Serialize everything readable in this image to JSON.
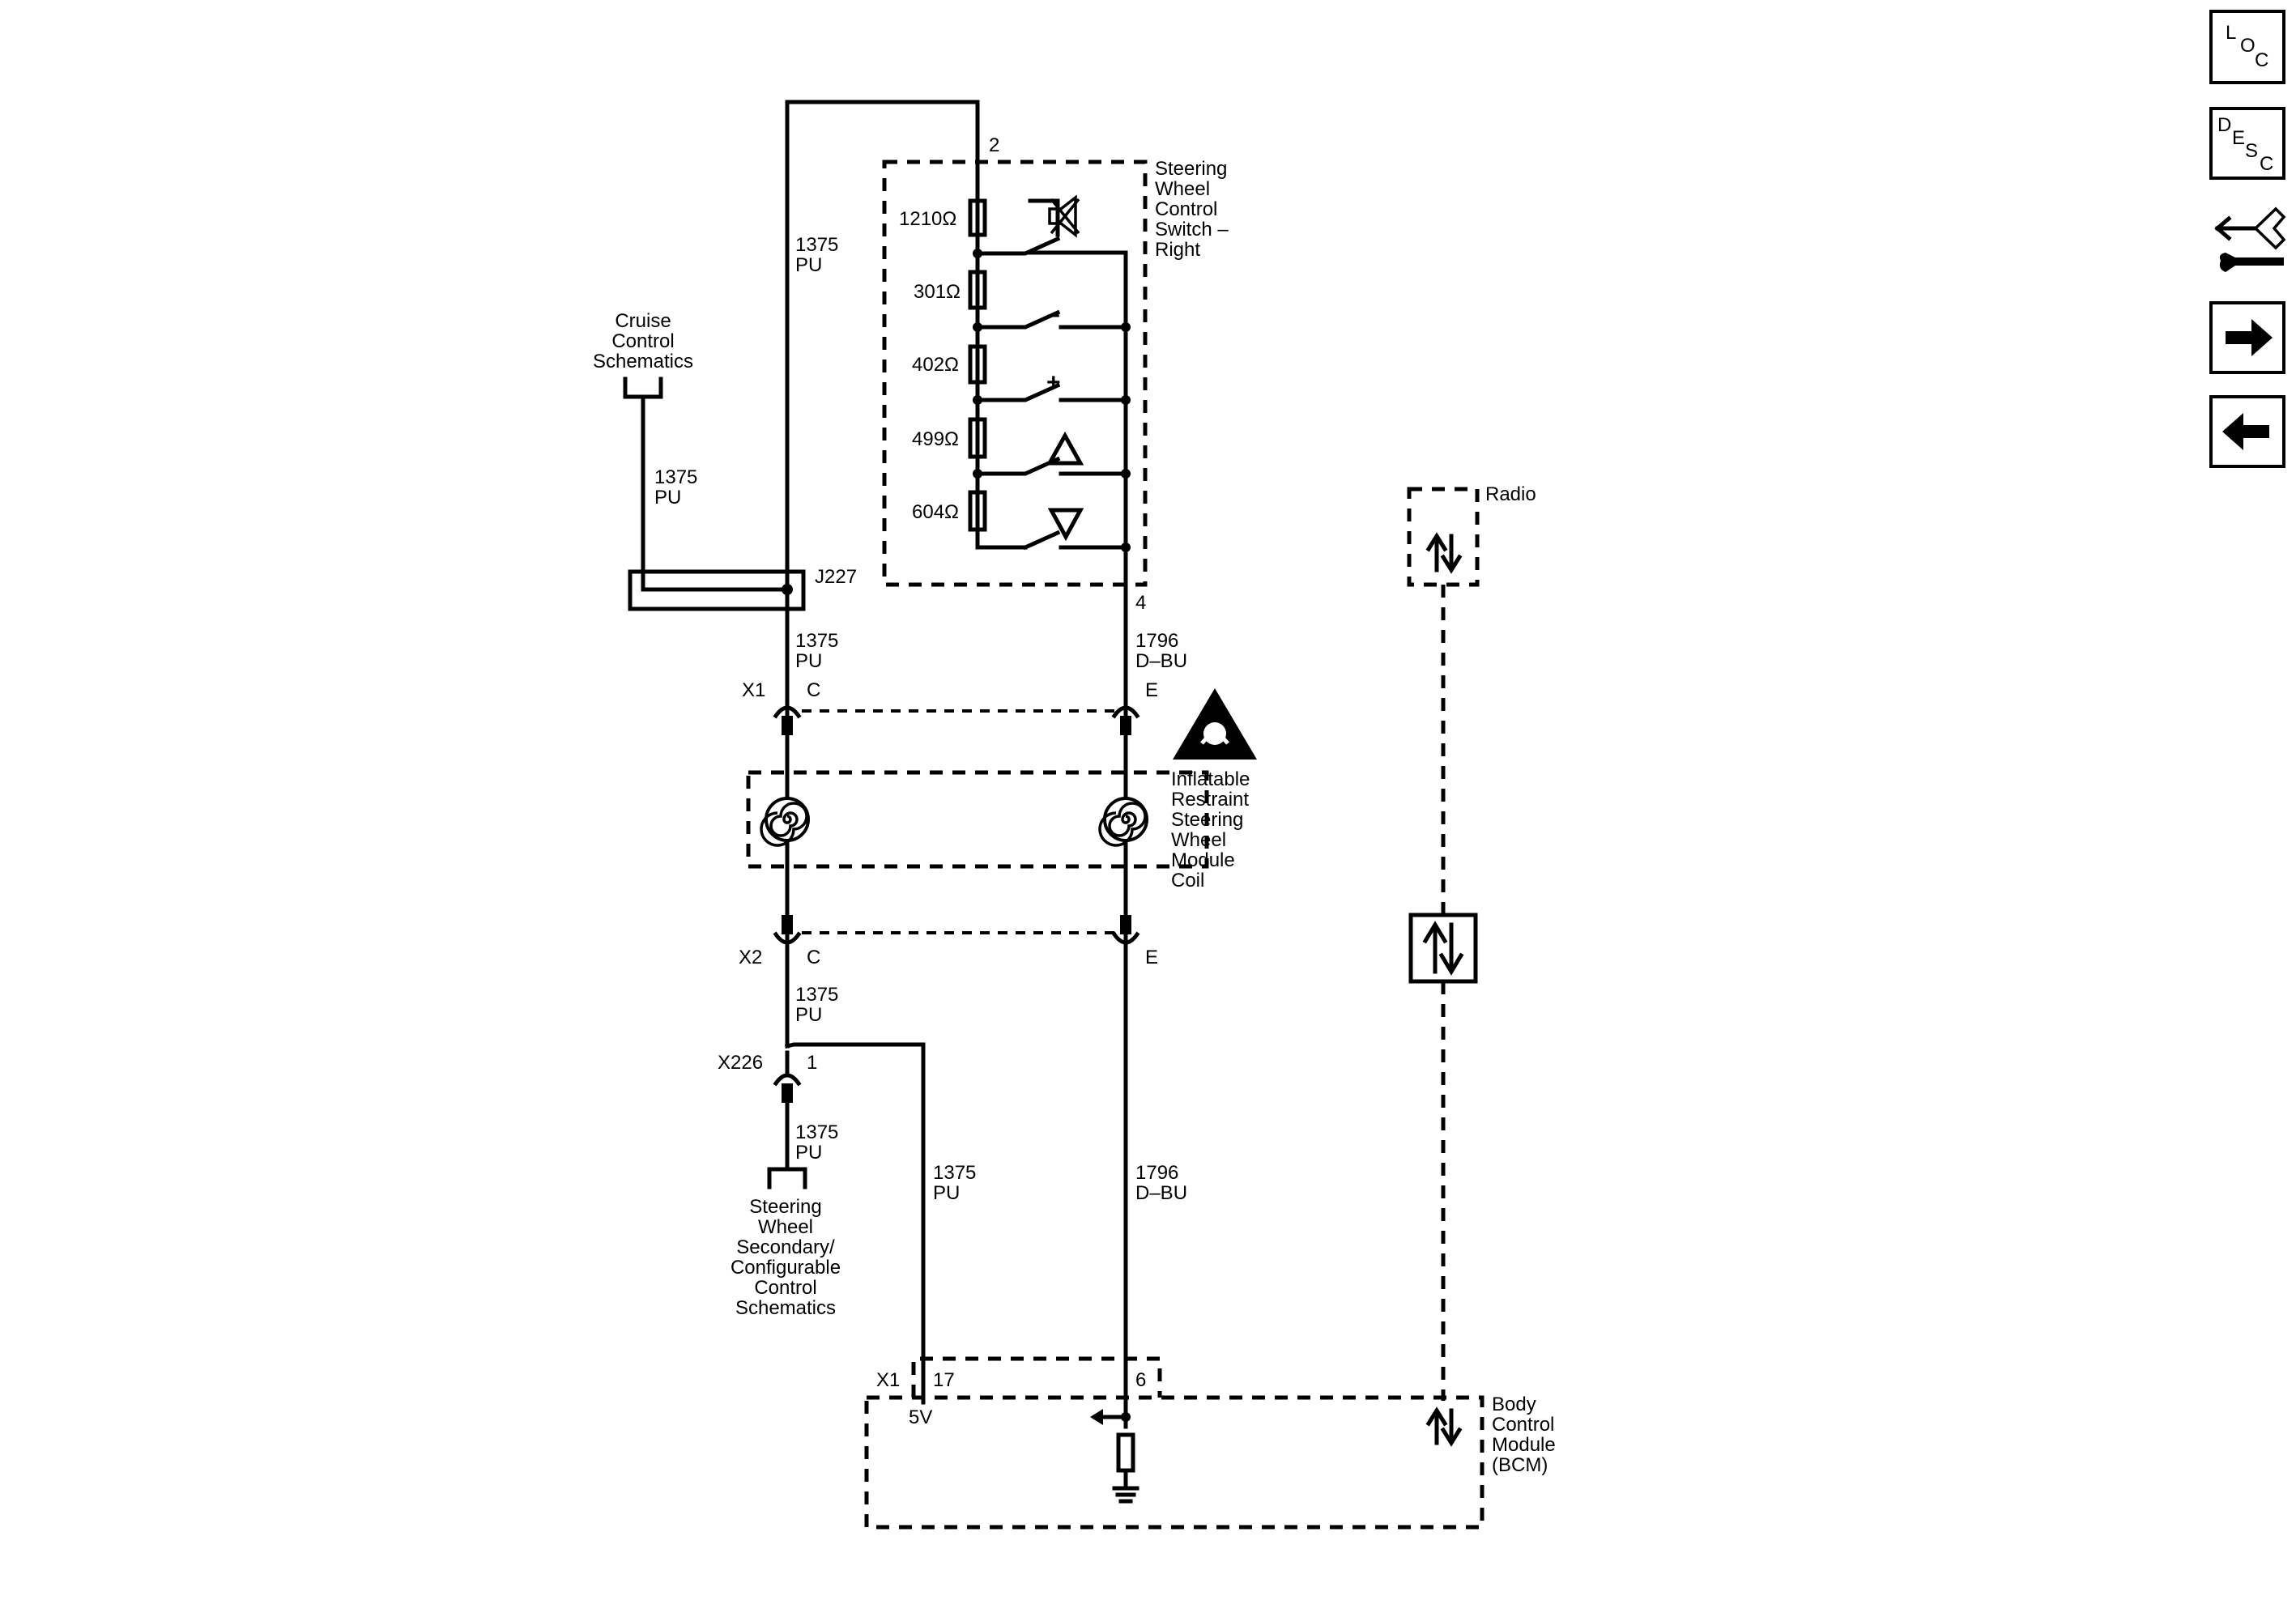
{
  "navigation": {
    "loc": {
      "l1": "L",
      "l2": "O",
      "l3": "C"
    },
    "desc": {
      "l1": "D",
      "l2": "E",
      "l3": "S",
      "l4": "C"
    }
  },
  "switch_module": {
    "pin_top": "2",
    "pin_bottom": "4",
    "name": [
      "Steering",
      "Wheel",
      "Control",
      "Switch –",
      "Right"
    ],
    "resistors": [
      "1210Ω",
      "301Ω",
      "402Ω",
      "499Ω",
      "604Ω"
    ],
    "button_minus": "–",
    "button_plus": "+"
  },
  "wires": {
    "w1375": {
      "circuit": "1375",
      "color": "PU"
    },
    "w1796": {
      "circuit": "1796",
      "color": "D–BU"
    }
  },
  "cruise_label": [
    "Cruise",
    "Control",
    "Schematics"
  ],
  "splice": "J227",
  "connector_x1": {
    "name": "X1",
    "pin_c": "C",
    "pin_e": "E"
  },
  "connector_x2": {
    "name": "X2",
    "pin_c": "C",
    "pin_e": "E"
  },
  "connector_x226": {
    "name": "X226",
    "pin": "1"
  },
  "coil_label": [
    "Inflatable",
    "Restraint",
    "Steering",
    "Wheel",
    "Module",
    "Coil"
  ],
  "steering_secondary_label": [
    "Steering",
    "Wheel",
    "Secondary/",
    "Configurable",
    "Control",
    "Schematics"
  ],
  "radio_label": "Radio",
  "bcm": {
    "connector": "X1",
    "pin_17": "17",
    "pin_6": "6",
    "voltage": "5V",
    "name": [
      "Body",
      "Control",
      "Module",
      "(BCM)"
    ]
  }
}
